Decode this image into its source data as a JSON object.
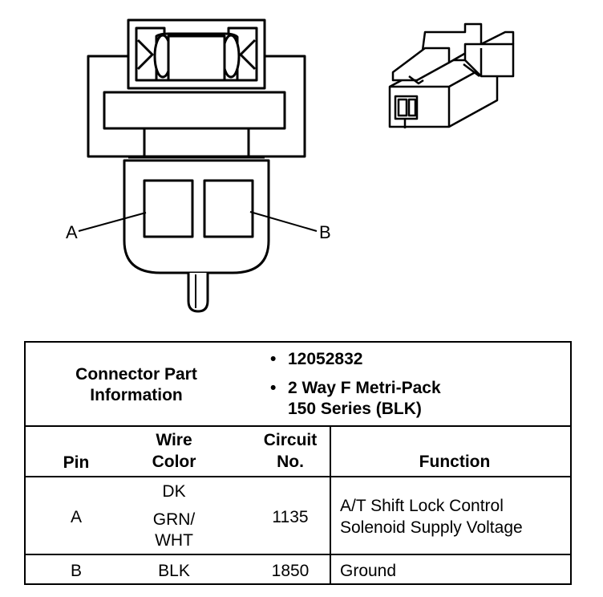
{
  "connector": {
    "pin_a_label": "A",
    "pin_b_label": "B"
  },
  "table": {
    "part_info_label_line1": "Connector Part",
    "part_info_label_line2": "Information",
    "part_items": [
      {
        "text_line1": "12052832",
        "text_line2": ""
      },
      {
        "text_line1": "2 Way F Metri-Pack",
        "text_line2": "150 Series (BLK)"
      }
    ],
    "headers": {
      "pin": "Pin",
      "wire_color_line1": "Wire",
      "wire_color_line2": "Color",
      "circuit_line1": "Circuit",
      "circuit_line2": "No.",
      "function": "Function"
    },
    "rows": [
      {
        "pin": "A",
        "wire_line1": "DK",
        "wire_line2": "GRN/",
        "wire_line3": "WHT",
        "circuit": "1135",
        "function_line1": "A/T Shift Lock Control",
        "function_line2": "Solenoid Supply Voltage"
      },
      {
        "pin": "B",
        "wire_line1": "BLK",
        "circuit": "1850",
        "function_line1": "Ground"
      }
    ]
  }
}
